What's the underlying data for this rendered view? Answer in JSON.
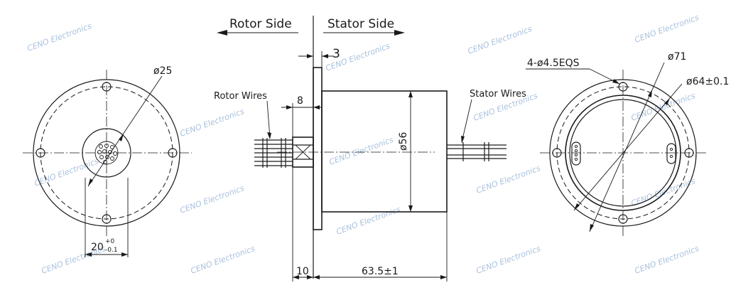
{
  "colors": {
    "ink": "#1a1a1a",
    "watermark": "#a9c1dd",
    "background": "#ffffff"
  },
  "labels": {
    "rotor_side": "Rotor Side",
    "stator_side": "Stator Side",
    "rotor_wires": "Rotor Wires",
    "stator_wires": "Stator Wires"
  },
  "dimensions": {
    "bore_dia": "ø25",
    "bore_width_base": "20",
    "bore_width_tol_upper": "+0",
    "bore_width_tol_lower": "-0.1",
    "flange_thickness": "3",
    "rotor_length": "8",
    "body_dia": "ø56",
    "flange_length": "10",
    "body_length": "63.5±1",
    "mount_holes": "4-ø4.5EQS",
    "flange_dia": "ø71",
    "pcd": "ø64±0.1"
  },
  "watermark": {
    "text": "CENO Electronics"
  }
}
